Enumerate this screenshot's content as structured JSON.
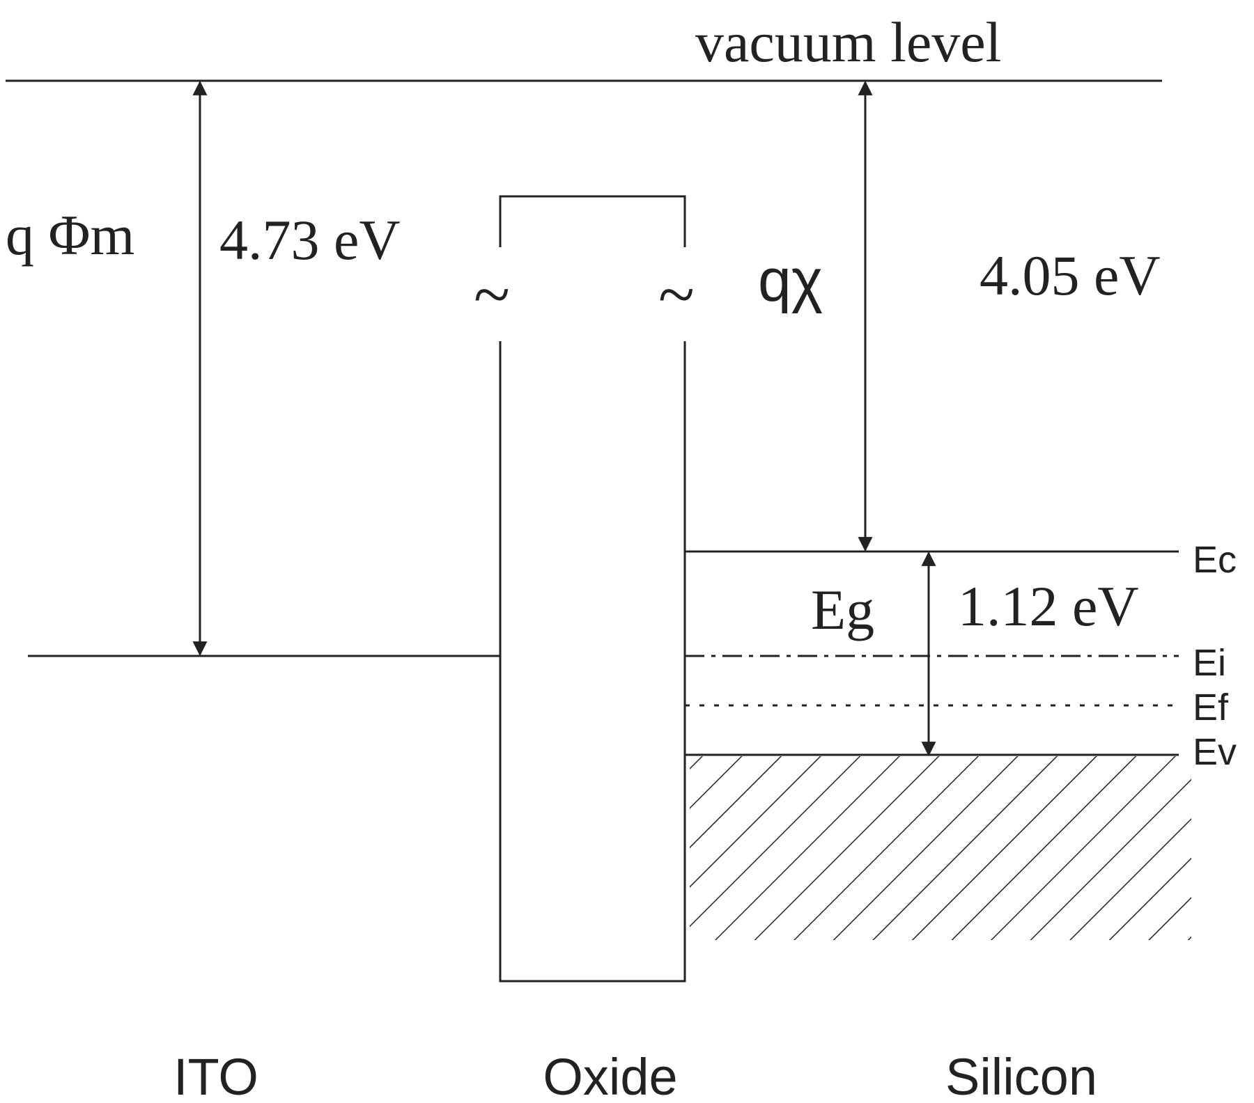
{
  "labels": {
    "vacuum_level": "vacuum level",
    "q_phi_m": "q Φm",
    "ito_work_function": "4.73 eV",
    "q_chi": "qχ",
    "electron_affinity": "4.05 eV",
    "eg": "Eg",
    "band_gap": "1.12 eV",
    "ec": "Ec",
    "ei": "Ei",
    "ef": "Ef",
    "ev": "Ev",
    "ito": "ITO",
    "oxide": "Oxide",
    "silicon": "Silicon",
    "break_symbol": "~"
  },
  "colors": {
    "ink": "#222222",
    "background": "#ffffff"
  }
}
